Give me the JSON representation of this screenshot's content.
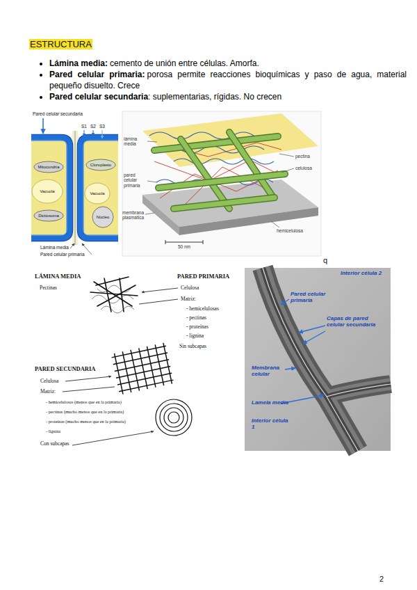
{
  "diagram": {
    "title": "ESTRUCTURA",
    "labels": [
      "Lámina media:",
      "cemento de unión entre células. Amorfa.",
      "Pared celular primaria:",
      "porosa permite reacciones bioquímicas y paso de agua, material pequeño disuelto. Crece",
      "Pared celular secundaria",
      ": suplementarias, rígidas. No crecen",
      "Pared celular secundaria",
      "S1",
      "S2",
      "S3",
      "Mitocondria",
      "Vacuola",
      "Dictiosoma",
      "Cloroplasto",
      "Vacuola",
      "Núcleo",
      "Lámina media",
      "Pared celular primaria",
      "lámina media",
      "pectina",
      "pared celular primaria",
      "celulosa",
      "membrana plasmática",
      "hemicelulosa",
      "50 nm",
      "q",
      "LÁMINA MEDIA",
      "Pectinas",
      "PARED PRIMARIA",
      "Celulosa",
      "Matriz:",
      "- hemicelulosas",
      "- pectinas",
      "- proteínas",
      "- lignina",
      "Sin subcapas",
      "PARED SECUNDARIA",
      "Celulosa",
      "Matriz:",
      "- hemicelulosas (menos que en la primaria)",
      "- pectinas (mucho menos que en la primaria)",
      "- proteínas (mucho menos que en la primaria)",
      "- lignina",
      "Con subcapas",
      "Interior célula 2",
      "Pared celular primaria",
      "Capas de pared celular secundaria",
      "Membrana celular",
      "Lamela media",
      "Interior célula 1",
      "2"
    ]
  }
}
